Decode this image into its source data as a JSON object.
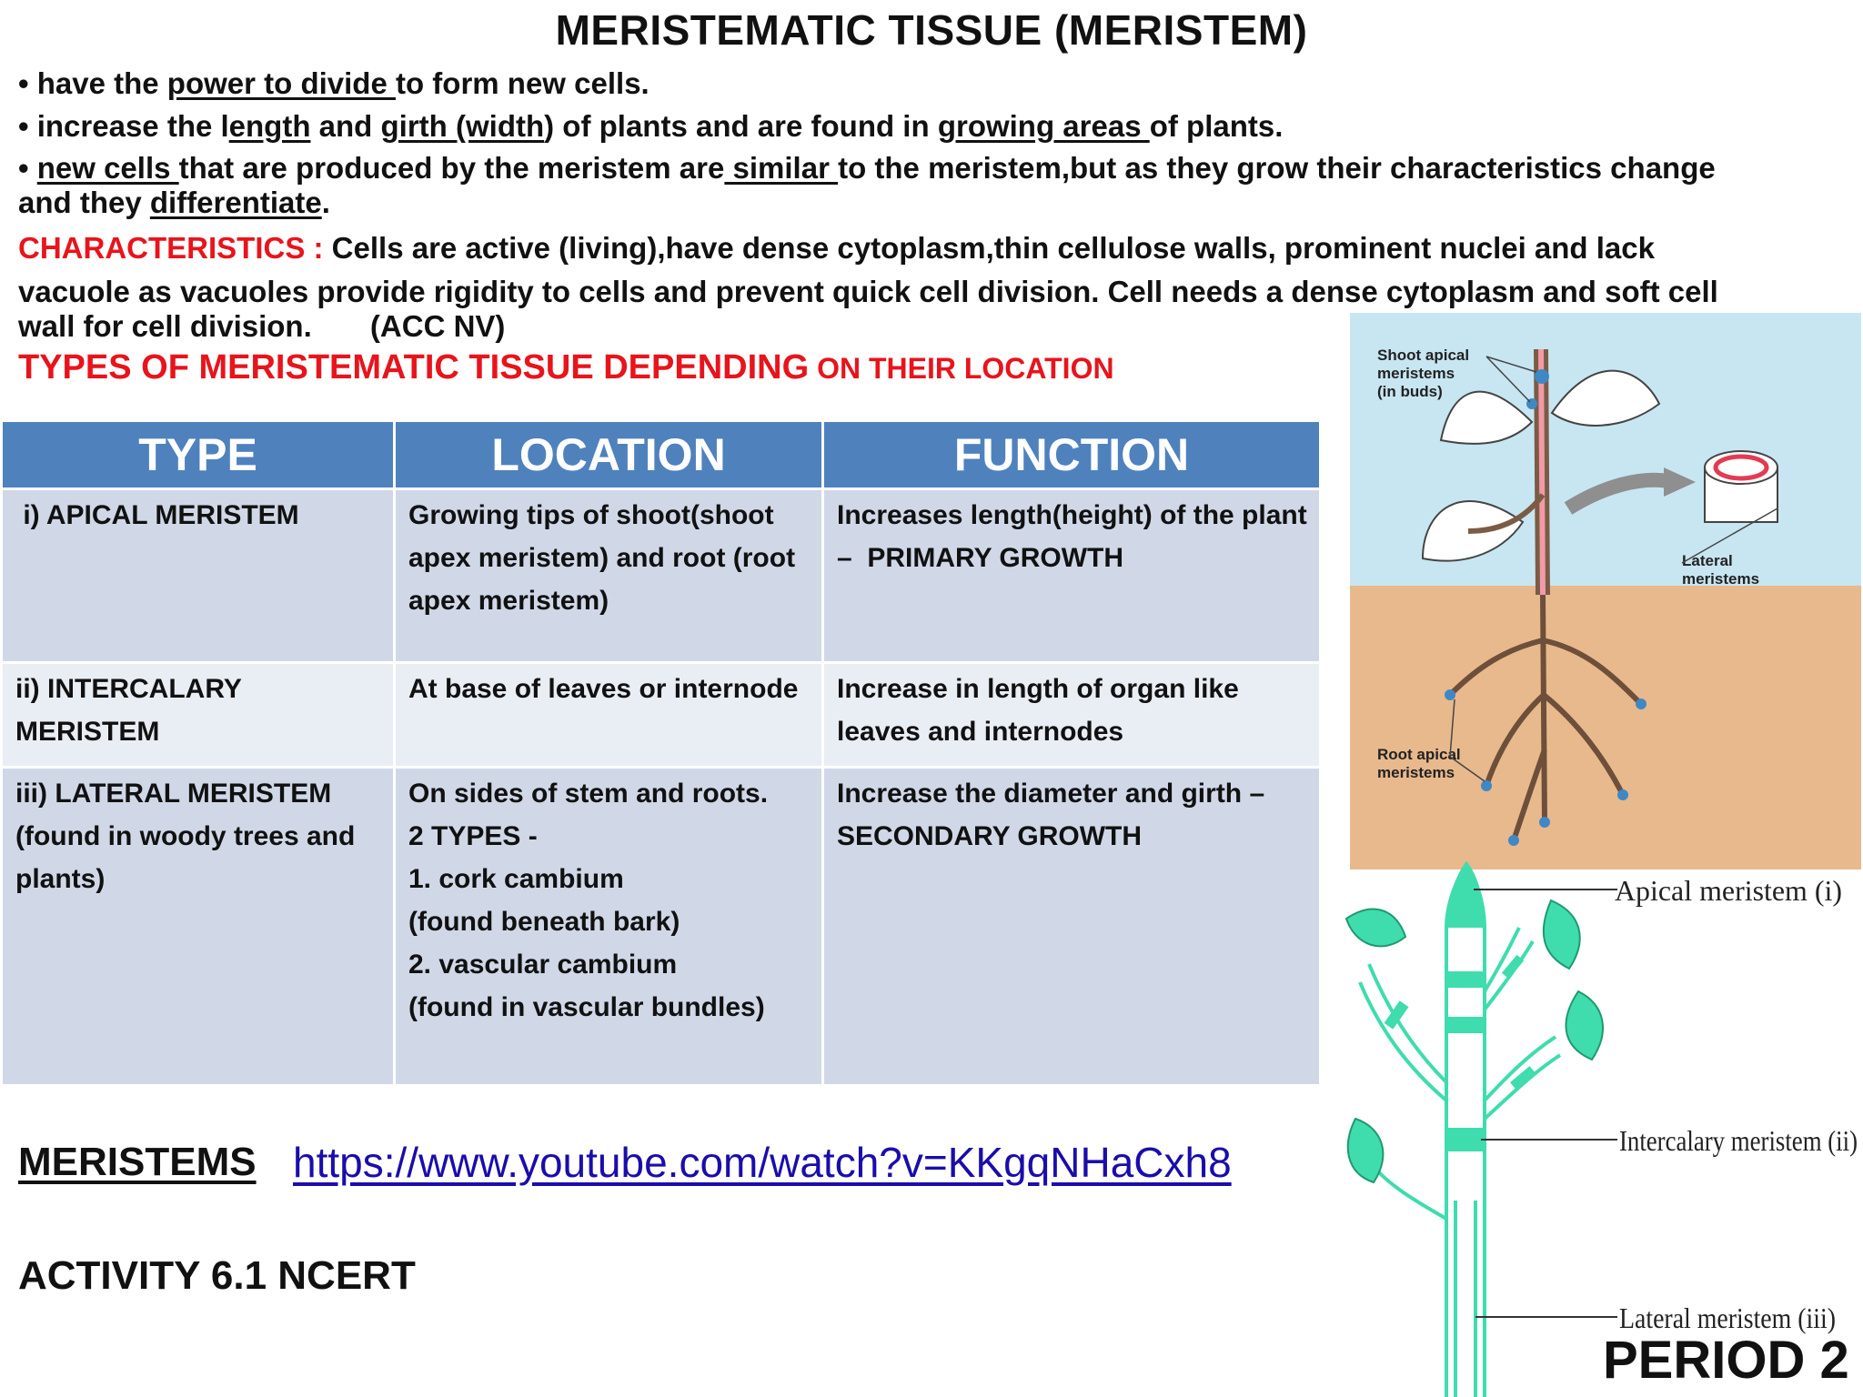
{
  "title": "MERISTEMATIC TISSUE (MERISTEM)",
  "bullets": {
    "b1": {
      "pre": "• have the ",
      "u1": "power to divide ",
      "post": "to form new cells."
    },
    "b2": {
      "pre": "• increase the l",
      "u1": "ength",
      "mid1": " and ",
      "u2": "girth (width",
      "mid2": ") of plants and are found in ",
      "u3": "growing areas ",
      "post": "of plants."
    },
    "b3": {
      "pre": "• ",
      "u1": "new cells ",
      "mid1": "that are produced by the meristem are",
      "u2": " similar ",
      "mid2": "to the meristem,but as they grow their characteristics change",
      "line2pre": "and they ",
      "u3": "differentiate",
      "post": "."
    }
  },
  "characteristics": {
    "label": "CHARACTERISTICS :",
    "text1": " Cells are active (living),have dense cytoplasm,thin cellulose walls, prominent nuclei  and lack",
    "text2": " vacuole as vacuoles provide rigidity to cells and prevent quick cell division. Cell needs a dense cytoplasm and soft cell",
    "text3": "wall for cell division.       (ACC NV)"
  },
  "types_heading": {
    "big": "TYPES OF MERISTEMATIC TISSUE DEPENDING",
    "small": " ON THEIR LOCATION"
  },
  "table": {
    "headers": [
      "TYPE",
      "LOCATION",
      "FUNCTION"
    ],
    "rows": [
      {
        "type": [
          " i) APICAL MERISTEM"
        ],
        "location": [
          "Growing tips of shoot(shoot",
          "apex meristem) and root (root",
          "apex meristem)"
        ],
        "function": [
          "Increases length(height) of the plant",
          "–  PRIMARY GROWTH"
        ]
      },
      {
        "type": [
          "ii) INTERCALARY MERISTEM"
        ],
        "location": [
          "At base of leaves or internode"
        ],
        "function": [
          "Increase in length of organ like",
          "leaves and internodes"
        ]
      },
      {
        "type": [
          "iii) LATERAL MERISTEM",
          "(found in woody trees and",
          "plants)"
        ],
        "location": [
          "On sides of stem and roots.",
          "2 TYPES -",
          "1. cork cambium",
          "(found beneath bark)",
          "2. vascular cambium",
          "(found in vascular bundles)"
        ],
        "function": [
          "Increase the diameter and girth –",
          "SECONDARY GROWTH"
        ]
      }
    ]
  },
  "footer": {
    "meristems_label": "MERISTEMS",
    "video_url": "https://www.youtube.com/watch?v=KKgqNHaCxh8",
    "activity": "ACTIVITY 6.1 NCERT",
    "period": "PERIOD 2"
  },
  "plant_figure": {
    "shoot_label": [
      "Shoot apical",
      "meristems",
      "(in buds)"
    ],
    "lateral_label": [
      "Lateral",
      "meristems"
    ],
    "root_label": [
      "Root apical",
      "meristems"
    ]
  },
  "meristem_figure": {
    "apical": "Apical meristem (i)",
    "intercalary": "Intercalary meristem (ii)",
    "lateral": "Lateral meristem (iii)"
  },
  "colors": {
    "heading_red": "#e8141c",
    "table_header": "#4f81bd",
    "row_dark": "#d0d8e8",
    "row_light": "#e9edf4",
    "link": "#1a0dab",
    "meristem_green": "#3fdcae"
  }
}
